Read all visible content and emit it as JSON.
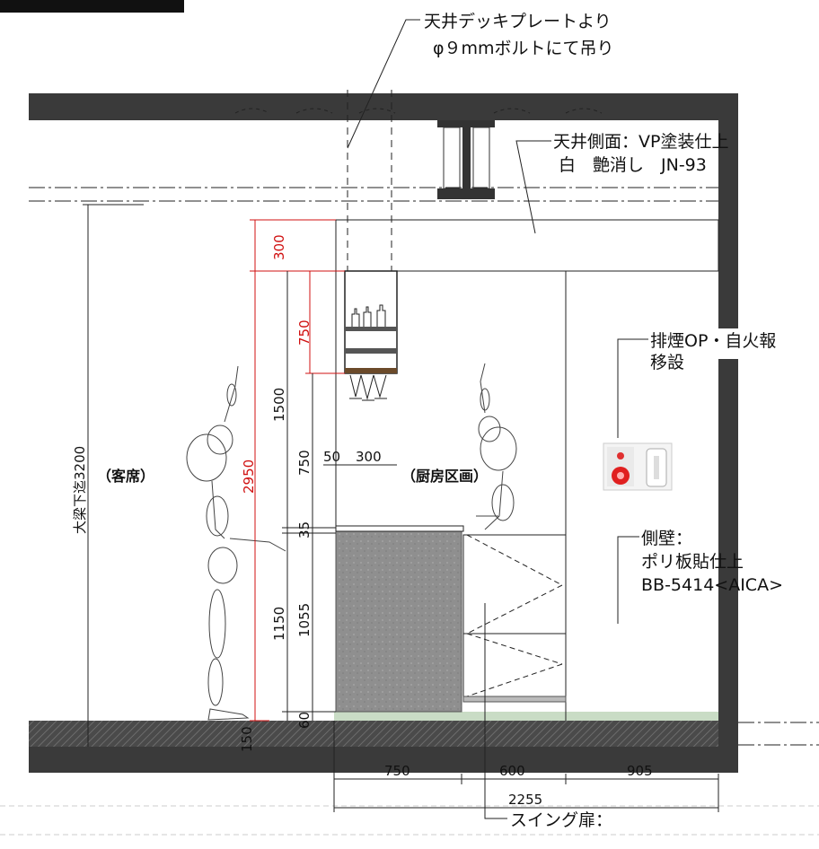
{
  "notes": {
    "ceiling_bolt_line1": "天井デッキプレートより",
    "ceiling_bolt_line2": "φ９mmボルトにて吊り",
    "ceiling_side_line1": "天井側面：VP塗装仕上",
    "ceiling_side_line2": "白　艶消し　JN-93",
    "smoke_line1": "排煙OP・自火報",
    "smoke_line2": "移設",
    "side_wall_line1": "側壁：",
    "side_wall_line2": "ポリ板貼仕上",
    "side_wall_line3": "BB-5414<AICA>",
    "swing_door": "スイング扉："
  },
  "rooms": {
    "guest": "（客席）",
    "kitchen": "（厨房区画）"
  },
  "dimensions": {
    "beam_height": "大梁下迄3200",
    "red_300": "300",
    "red_750": "750",
    "red_2950": "2950",
    "d_1500": "1500",
    "d_750": "750",
    "d_35": "35",
    "d_1150": "1150",
    "d_1055": "1055",
    "d_60": "60",
    "d_150": "150",
    "d_50": "50",
    "d_300": "300",
    "b_750": "750",
    "b_600": "600",
    "b_905": "905",
    "b_2255": "2255"
  },
  "colors": {
    "slab": "#3a3a3a",
    "counter": "#8e8e8e",
    "red_dim": "#d01010",
    "floor_finish": "#c9dcc5"
  }
}
